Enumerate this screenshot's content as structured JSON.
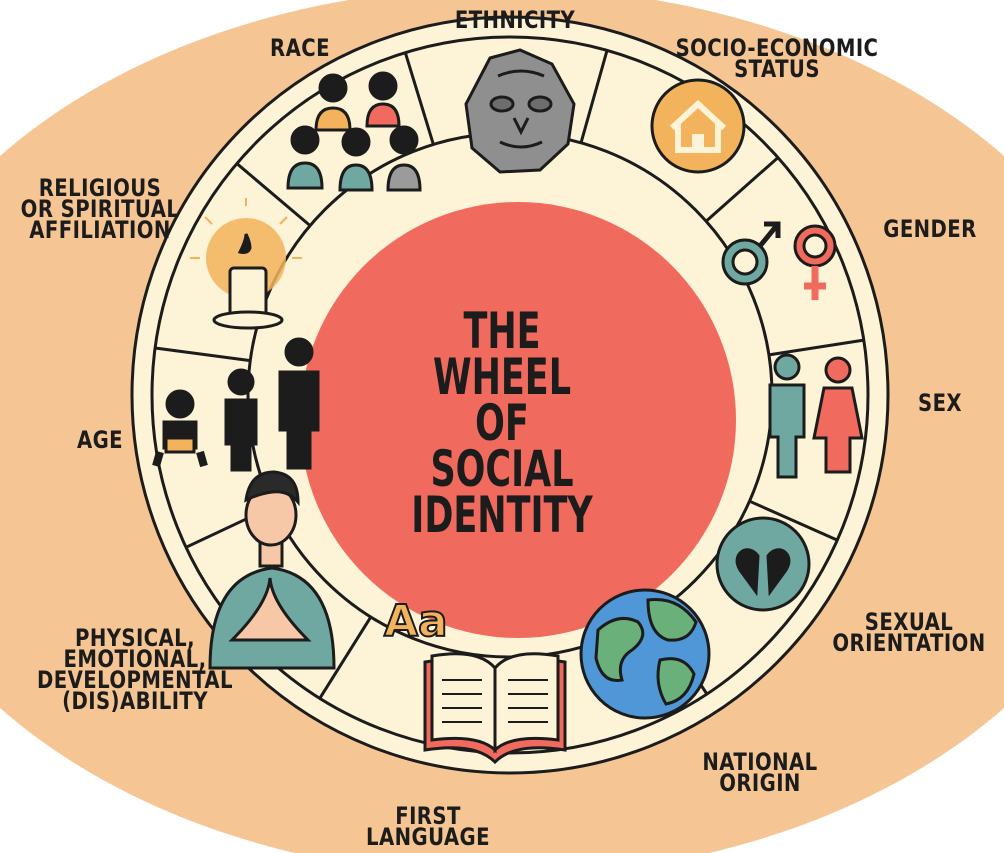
{
  "diagram": {
    "title": "THE WHEEL\nOF\nSOCIAL\nIDENTITY",
    "segments": [
      {
        "label": "RACE",
        "icon": "people-group-icon"
      },
      {
        "label": "ETHNICITY",
        "icon": "tribal-mask-icon"
      },
      {
        "label": "SOCIO-ECONOMIC\nSTATUS",
        "icon": "house-icon"
      },
      {
        "label": "GENDER",
        "icon": "gender-symbols-icon"
      },
      {
        "label": "SEX",
        "icon": "male-female-figures-icon"
      },
      {
        "label": "SEXUAL\nORIENTATION",
        "icon": "hearts-icon"
      },
      {
        "label": "NATIONAL\nORIGIN",
        "icon": "globe-icon"
      },
      {
        "label": "FIRST\nLANGUAGE",
        "icon": "open-book-icon"
      },
      {
        "label": "PHYSICAL,\nEMOTIONAL,\nDEVELOPMENTAL\n(DIS)ABILITY",
        "icon": "person-praying-hands-icon"
      },
      {
        "label": "AGE",
        "icon": "age-figures-icon"
      },
      {
        "label": "RELIGIOUS\nOR SPIRITUAL\nAFFILIATION",
        "icon": "candle-icon"
      }
    ],
    "book_glyph": "Aa"
  },
  "colors": {
    "outer_band": "#f5c594",
    "ring": "#fdf3d7",
    "center": "#f06a5e",
    "outline": "#1c1c1c",
    "teal": "#6fa8a0",
    "coral": "#f06a5e",
    "orange": "#f2b35c",
    "gray": "#9b9b9b",
    "blue": "#4f97d6",
    "green": "#6ab07a"
  }
}
